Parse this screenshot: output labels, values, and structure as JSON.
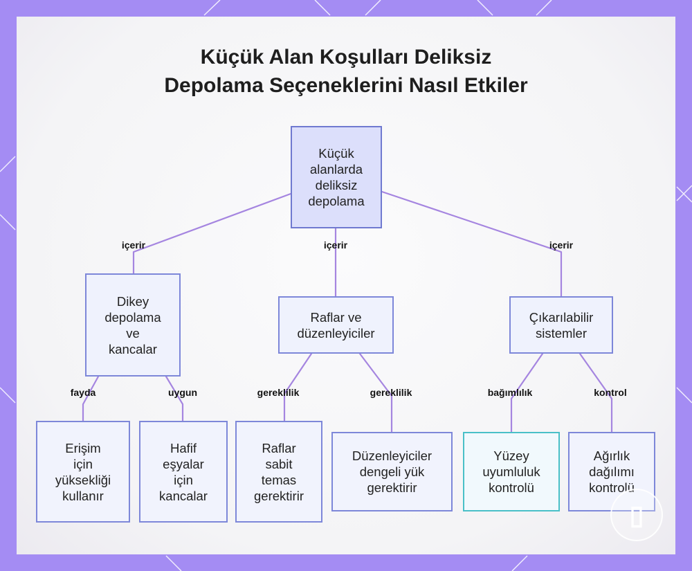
{
  "title": {
    "line1": "Küçük Alan Koşulları Deliksiz",
    "line2": "Depolama Seçeneklerini Nasıl Etkiler"
  },
  "nodes": {
    "root": [
      "Küçük",
      "alanlarda",
      "deliksiz",
      "depolama"
    ],
    "vertical": [
      "Dikey",
      "depolama",
      "ve",
      "kancalar"
    ],
    "shelves": [
      "Raflar ve",
      "düzenleyiciler"
    ],
    "removable": [
      "Çıkarılabilir",
      "sistemler"
    ],
    "access": [
      "Erişim",
      "için",
      "yüksekliği",
      "kullanır"
    ],
    "light": [
      "Hafif",
      "eşyalar",
      "için",
      "kancalar"
    ],
    "shelves_contact": [
      "Raflar",
      "sabit",
      "temas",
      "gerektirir"
    ],
    "organizers_load": [
      "Düzenleyiciler",
      "dengeli yük",
      "gerektirir"
    ],
    "surface": [
      "Yüzey",
      "uyumluluk",
      "kontrolü"
    ],
    "weight": [
      "Ağırlık",
      "dağılımı",
      "kontrolü"
    ]
  },
  "edge_labels": {
    "root_vertical": "içerir",
    "root_shelves": "içerir",
    "root_removable": "içerir",
    "vertical_access": "fayda",
    "vertical_light": "uygun",
    "shelves_contact": "gereklilik",
    "shelves_load": "gereklilik",
    "removable_surface": "bağımlılık",
    "removable_weight": "kontrol"
  },
  "colors": {
    "frame": "#a48cf3",
    "card": "#f4f4f6",
    "node_border": "#7d87d9",
    "root_fill": "#dcdffb",
    "node_fill": "#f1f3fd",
    "connector": "#a585e0",
    "highlight_border": "#49c0c8"
  },
  "logo_icon": "brand-logo-icon"
}
